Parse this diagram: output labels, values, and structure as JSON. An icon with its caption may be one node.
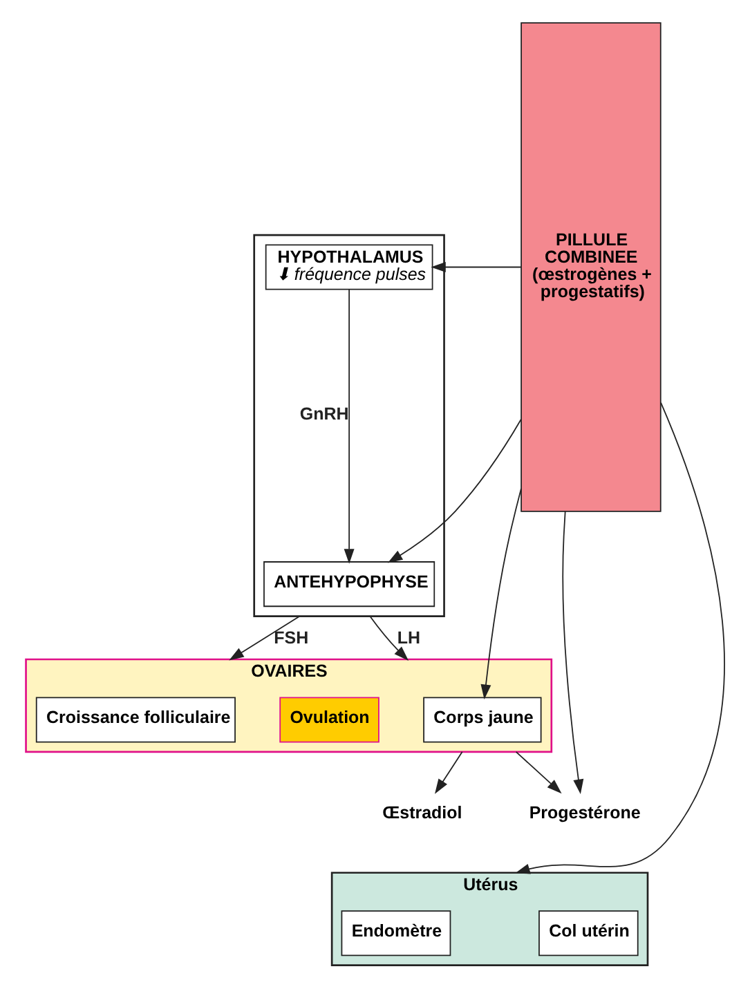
{
  "diagram": {
    "nodes": [
      {
        "text": [],
        "shape": "box"
      },
      {
        "text": [
          "HYPOTHALAMUS",
          "⬇ fréquence pulses"
        ],
        "in": 0
      },
      {
        "text": [
          "ANTEHYPOPHYSE"
        ],
        "in": 0
      },
      {
        "text": [
          "OVAIRES"
        ]
      },
      {
        "text": [
          "Croissance folliculaire"
        ],
        "in": 3
      },
      {
        "text": [
          "Ovulation"
        ],
        "in": 3
      },
      {
        "text": [
          "Corps jaune"
        ],
        "in": 3
      },
      {
        "text": [
          "Œstradiol"
        ]
      },
      {
        "text": [
          "Progestérone"
        ]
      },
      {
        "text": [
          "Utérus"
        ]
      },
      {
        "text": [
          "Endomètre"
        ],
        "in": 9
      },
      {
        "text": [
          "Col utérin"
        ],
        "in": 9
      },
      {
        "text": [
          "PILLULE COMBINEE (œstrogènes + progestatifs)"
        ]
      }
    ],
    "edges": [
      {
        "from": 1,
        "to": 2,
        "arrow": "to",
        "label": "GnRH"
      },
      {
        "from": 0,
        "to": 3,
        "arrow": "to",
        "label": "FSH"
      },
      {
        "from": 0,
        "to": 3,
        "arrow": "to",
        "label": "LH"
      },
      {
        "from": 3,
        "to": 7,
        "arrow": "to"
      },
      {
        "from": 3,
        "to": 8,
        "arrow": "to"
      },
      {
        "from": 12,
        "to": 1,
        "arrow": "to"
      },
      {
        "from": 12,
        "to": 2,
        "arrow": "to"
      },
      {
        "from": 12,
        "to": 6,
        "arrow": "to"
      },
      {
        "from": 12,
        "to": 8,
        "arrow": "to"
      },
      {
        "from": 12,
        "to": 9,
        "arrow": "to"
      }
    ]
  }
}
